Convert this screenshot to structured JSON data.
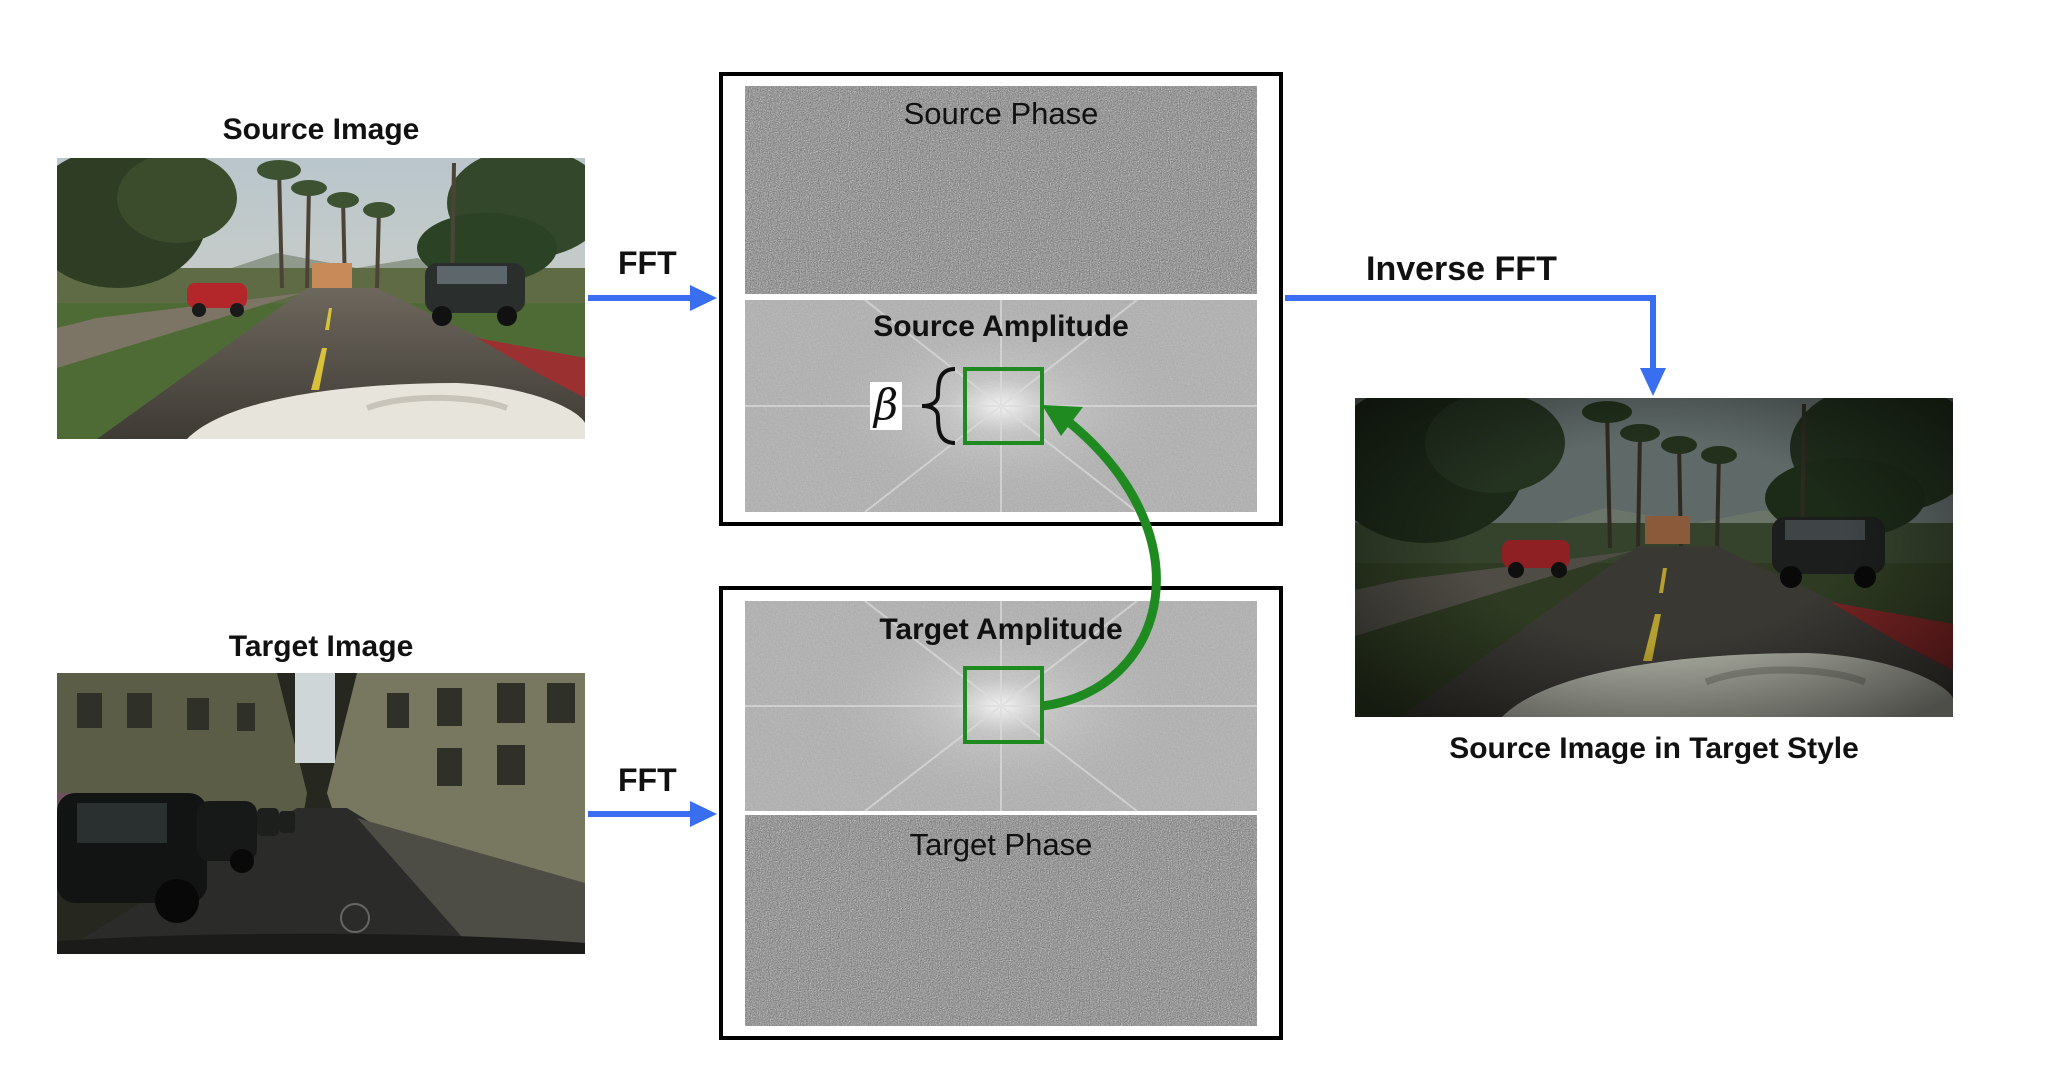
{
  "source_image": {
    "title": "Source Image"
  },
  "target_image": {
    "title": "Target Image"
  },
  "fft_top": {
    "label": "FFT"
  },
  "fft_bottom": {
    "label": "FFT"
  },
  "source_spectrum": {
    "phase_label": "Source Phase",
    "amplitude_label": "Source Amplitude"
  },
  "target_spectrum": {
    "amplitude_label": "Target Amplitude",
    "phase_label": "Target Phase"
  },
  "beta_symbol": "β",
  "inverse_fft": {
    "label": "Inverse FFT"
  },
  "output_image": {
    "caption": "Source Image in Target Style"
  },
  "colors": {
    "arrow_blue": "#3a6ef0",
    "swap_green": "#1f8a1f",
    "frame": "#000000"
  }
}
